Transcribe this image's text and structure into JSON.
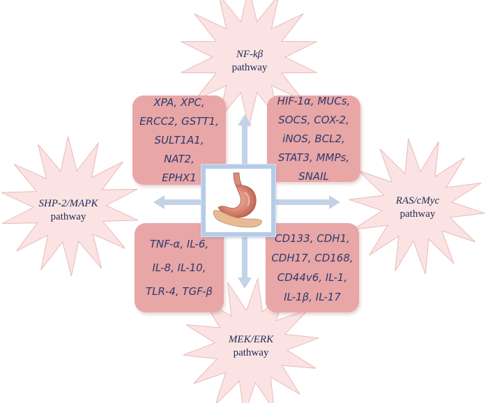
{
  "pathways": {
    "top": {
      "name": "NF-kβ",
      "suffix": "pathway"
    },
    "left": {
      "name": "SHP-2/MAPK",
      "suffix": "pathway"
    },
    "right": {
      "name": "RAS/cMyc",
      "suffix": "pathway"
    },
    "bottom": {
      "name": "MEK/ERK",
      "suffix": "pathway"
    }
  },
  "gene_boxes": {
    "top_left": [
      "XPA, XPC,",
      "ERCC2, GSTT1,",
      "SULT1A1,",
      "NAT2,",
      "EPHX1"
    ],
    "top_right": [
      "HIF-1α,  MUCs,",
      "SOCS, COX-2,",
      "iNOS, BCL2,",
      "STAT3, MMPs,",
      "SNAIL"
    ],
    "bottom_left": [
      "TNF-α, IL-6,",
      "IL-8, IL-10,",
      "TLR-4, TGF-β"
    ],
    "bottom_right": [
      "CD133, CDH1,",
      "CDH17, CD168,",
      "CD44v6, IL-1,",
      "IL-1β, IL-17"
    ]
  },
  "colors": {
    "burst_fill": "#fbe3e3",
    "burst_stroke": "#e8b9b9",
    "box_fill": "#e8a6a6",
    "arrow": "#c3d2e6",
    "frame": "#b5cbe8",
    "text": "#2d3a6e"
  },
  "center_icon": "stomach-icon"
}
